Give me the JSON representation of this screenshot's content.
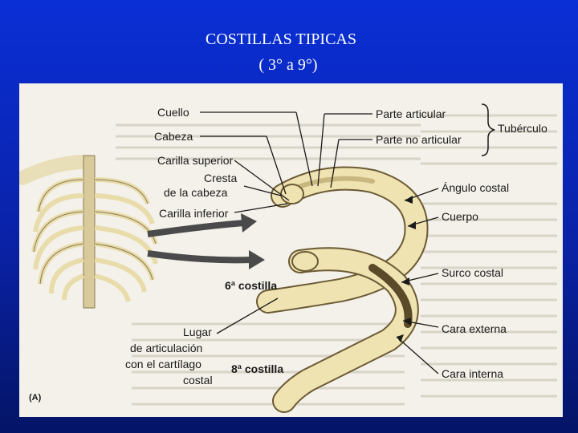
{
  "slide": {
    "title_line1": "COSTILLAS TIPICAS",
    "title_line2": "( 3° a 9°)"
  },
  "figure": {
    "panel_label": "(A)",
    "labels_left": {
      "cuello": "Cuello",
      "cabeza": "Cabeza",
      "carilla_superior": "Carilla superior",
      "cresta": "Cresta",
      "de_la_cabeza": "de la cabeza",
      "carilla_inferior": "Carilla inferior",
      "lugar_1": "Lugar",
      "lugar_2": "de articulación",
      "lugar_3": "con el cartílago",
      "lugar_4": "costal"
    },
    "labels_right": {
      "parte_articular": "Parte articular",
      "parte_no_articular": "Parte no articular",
      "tuberculo": "Tubérculo",
      "angulo_costal": "Ángulo costal",
      "cuerpo": "Cuerpo",
      "surco_costal": "Surco costal",
      "cara_externa": "Cara externa",
      "cara_interna": "Cara interna"
    },
    "rib_labels": {
      "sexta": "6ª costilla",
      "octava": "8ª costilla"
    }
  }
}
